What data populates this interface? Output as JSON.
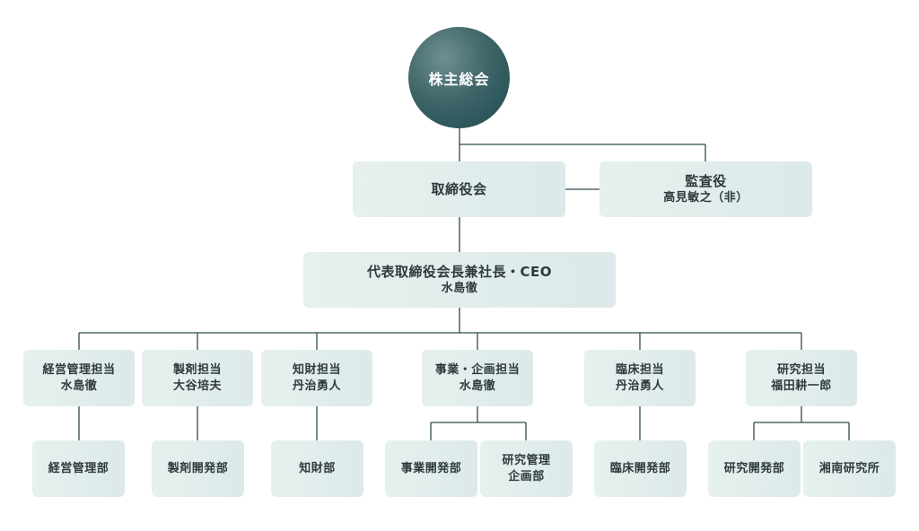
{
  "root": {
    "label": "株主総会"
  },
  "board": {
    "label": "取締役会"
  },
  "auditor": {
    "title": "監査役",
    "name": "高見敏之（非）"
  },
  "ceo": {
    "title": "代表取締役会長兼社長・CEO",
    "name": "水島徹"
  },
  "officers": [
    {
      "title": "経営管理担当",
      "name": "水島徹",
      "depts": [
        "経営管理部"
      ]
    },
    {
      "title": "製剤担当",
      "name": "大谷培夫",
      "depts": [
        "製剤開発部"
      ]
    },
    {
      "title": "知財担当",
      "name": "丹治勇人",
      "depts": [
        "知財部"
      ]
    },
    {
      "title": "事業・企画担当",
      "name": "水島徹",
      "depts": [
        "事業開発部",
        "研究管理\n企画部"
      ]
    },
    {
      "title": "臨床担当",
      "name": "丹治勇人",
      "depts": [
        "臨床開発部"
      ]
    },
    {
      "title": "研究担当",
      "name": "福田耕一郎",
      "depts": [
        "研究開発部",
        "湘南研究所"
      ]
    }
  ],
  "colors": {
    "line": "#2f4a4e",
    "box": "#e2ecec",
    "root": "#2d5559"
  }
}
